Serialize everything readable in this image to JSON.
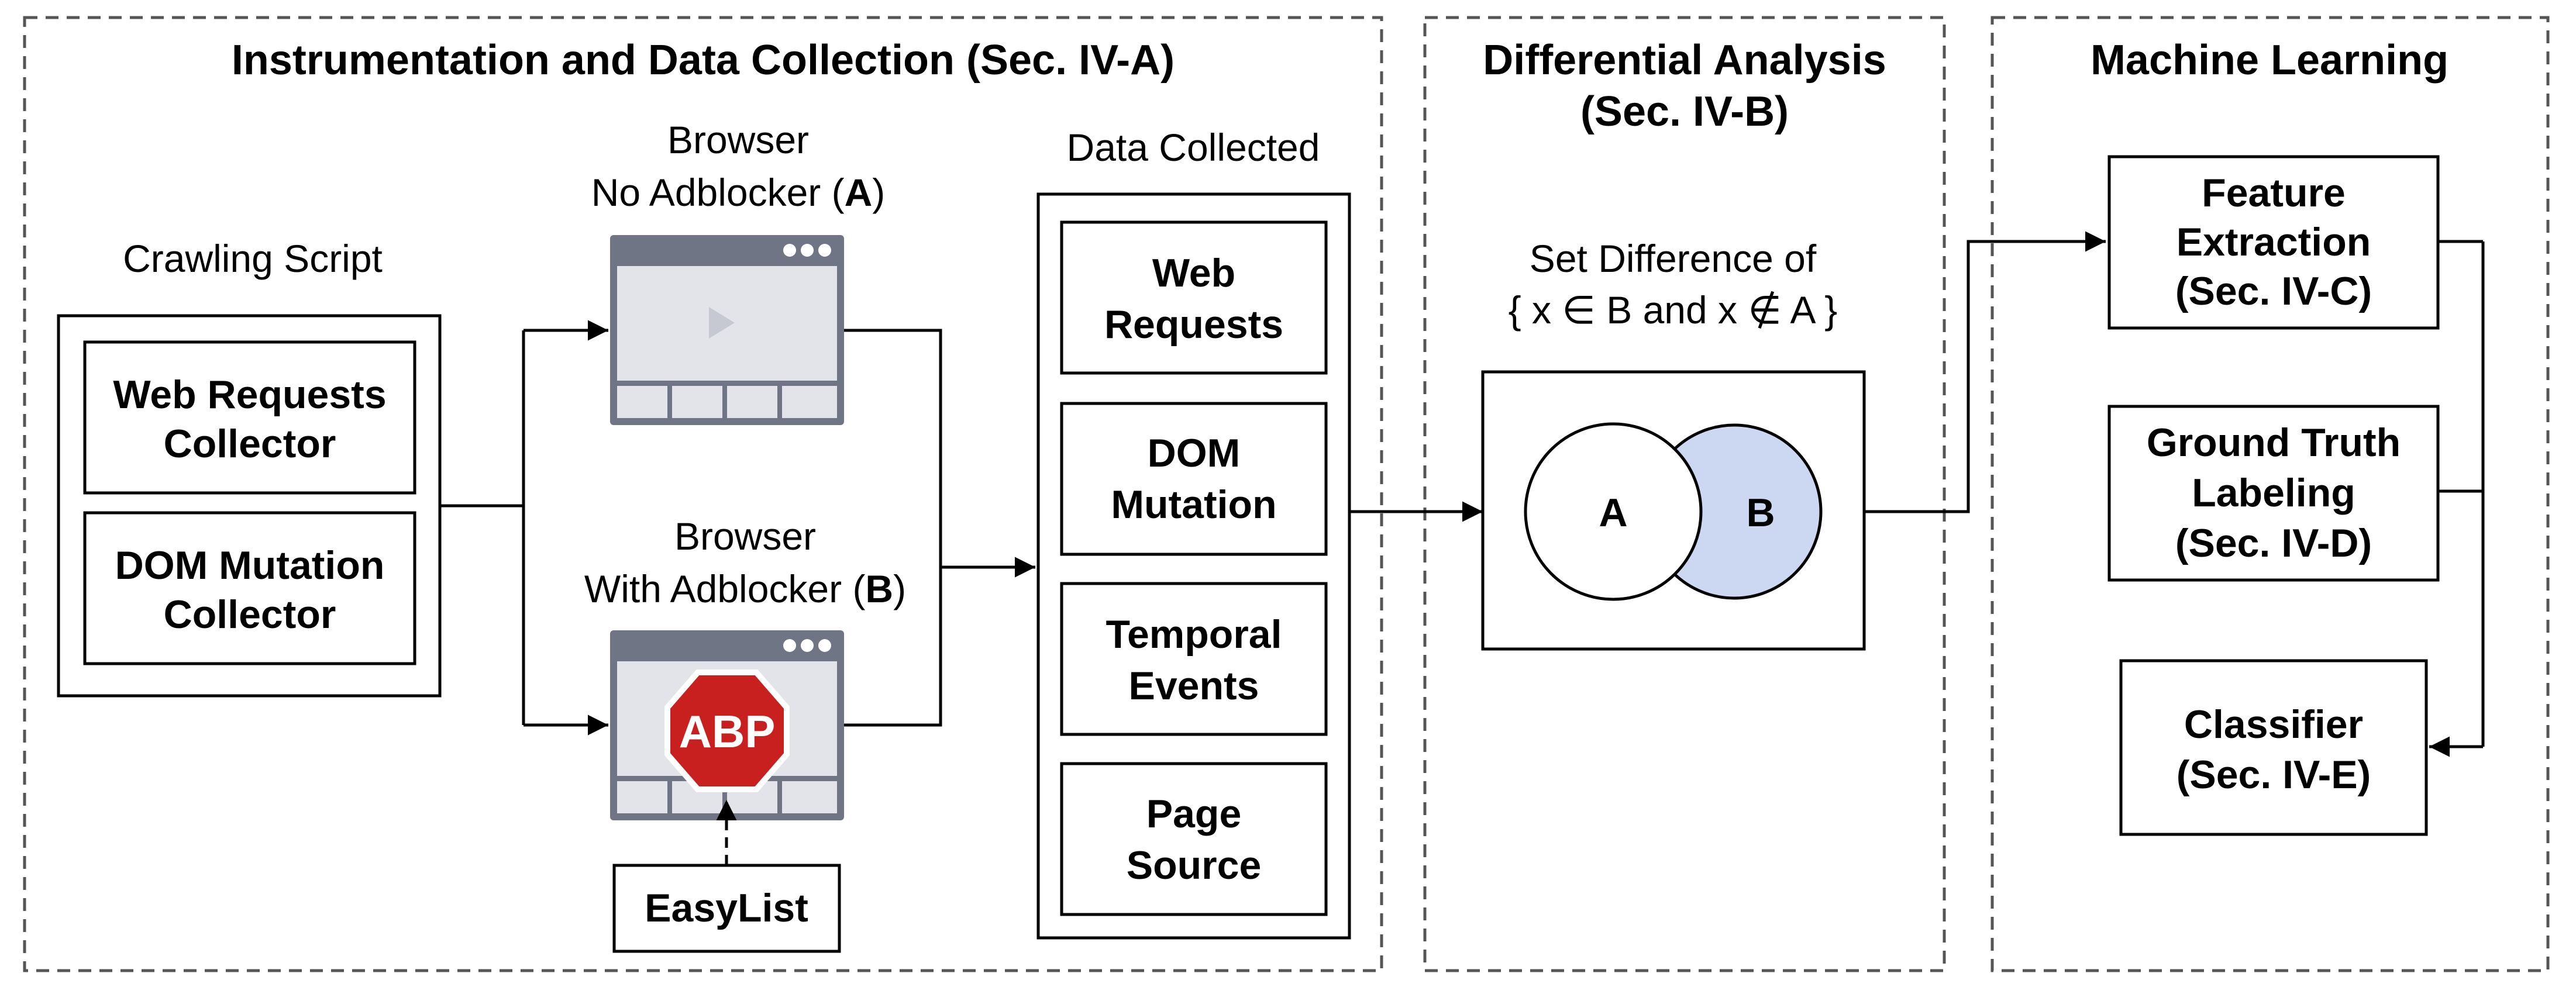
{
  "sections": {
    "collection": {
      "title": "Instrumentation and Data Collection (Sec. IV-A)"
    },
    "differential": {
      "title_line1": "Differential Analysis",
      "title_line2": "(Sec. IV-B)"
    },
    "ml": {
      "title": "Machine Learning"
    }
  },
  "crawling": {
    "label": "Crawling Script",
    "web_requests": {
      "line1": "Web Requests",
      "line2": "Collector"
    },
    "dom_mutation": {
      "line1": "DOM Mutation",
      "line2": "Collector"
    }
  },
  "browser_a": {
    "line1": "Browser",
    "line2_prefix": "No Adblocker (",
    "letter": "A",
    "suffix": ")"
  },
  "browser_b": {
    "line1": "Browser",
    "line2_prefix": "With Adblocker (",
    "letter": "B",
    "suffix": ")"
  },
  "abp_logo": {
    "text": "ABP"
  },
  "easylist": {
    "label": "EasyList"
  },
  "data_collected": {
    "label": "Data Collected",
    "items": [
      {
        "line1": "Web",
        "line2": "Requests"
      },
      {
        "line1": "DOM",
        "line2": "Mutation"
      },
      {
        "line1": "Temporal",
        "line2": "Events"
      },
      {
        "line1": "Page",
        "line2": "Source"
      }
    ]
  },
  "set_difference": {
    "line1": "Set Difference of",
    "line2": "{ x ∈ B and x ∉ A }",
    "circle_a": "A",
    "circle_b": "B"
  },
  "ml_steps": [
    {
      "line1": "Feature",
      "line2": "Extraction",
      "line3": "(Sec. IV-C)"
    },
    {
      "line1": "Ground Truth",
      "line2": "Labeling",
      "line3": "(Sec. IV-D)"
    },
    {
      "line1": "Classifier",
      "line2": "(Sec. IV-E)"
    }
  ],
  "colors": {
    "border": "#000000",
    "dashed": "#555555",
    "browser_frame": "#6f7585",
    "browser_fill": "#e3e4ea",
    "circle_b_fill": "#ccd7f2",
    "abp_red": "#c8201f"
  }
}
